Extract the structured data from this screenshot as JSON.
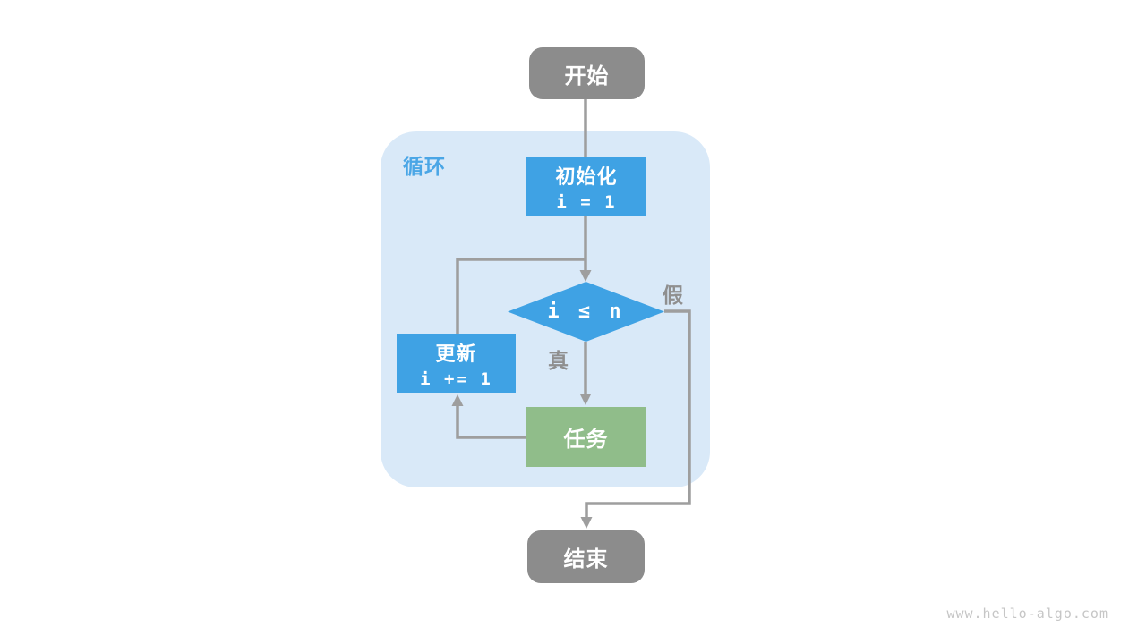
{
  "diagram": {
    "region_label": "循环",
    "nodes": {
      "start": {
        "label": "开始"
      },
      "init": {
        "title": "初始化",
        "code": "i = 1"
      },
      "condition": {
        "code": "i ≤ n"
      },
      "update": {
        "title": "更新",
        "code": "i += 1"
      },
      "task": {
        "label": "任务"
      },
      "end": {
        "label": "结束"
      }
    },
    "branch_labels": {
      "true": "真",
      "false": "假"
    }
  },
  "watermark": "www.hello-algo.com",
  "colors": {
    "gray": "#8c8c8c",
    "blue": "#3fa2e4",
    "green": "#90bd8a",
    "region": "#d9e9f8",
    "line": "#9e9e9e",
    "labelblue": "#4aa6e6",
    "branch": "#8f8f8f",
    "watermark": "#c6c6c6"
  }
}
